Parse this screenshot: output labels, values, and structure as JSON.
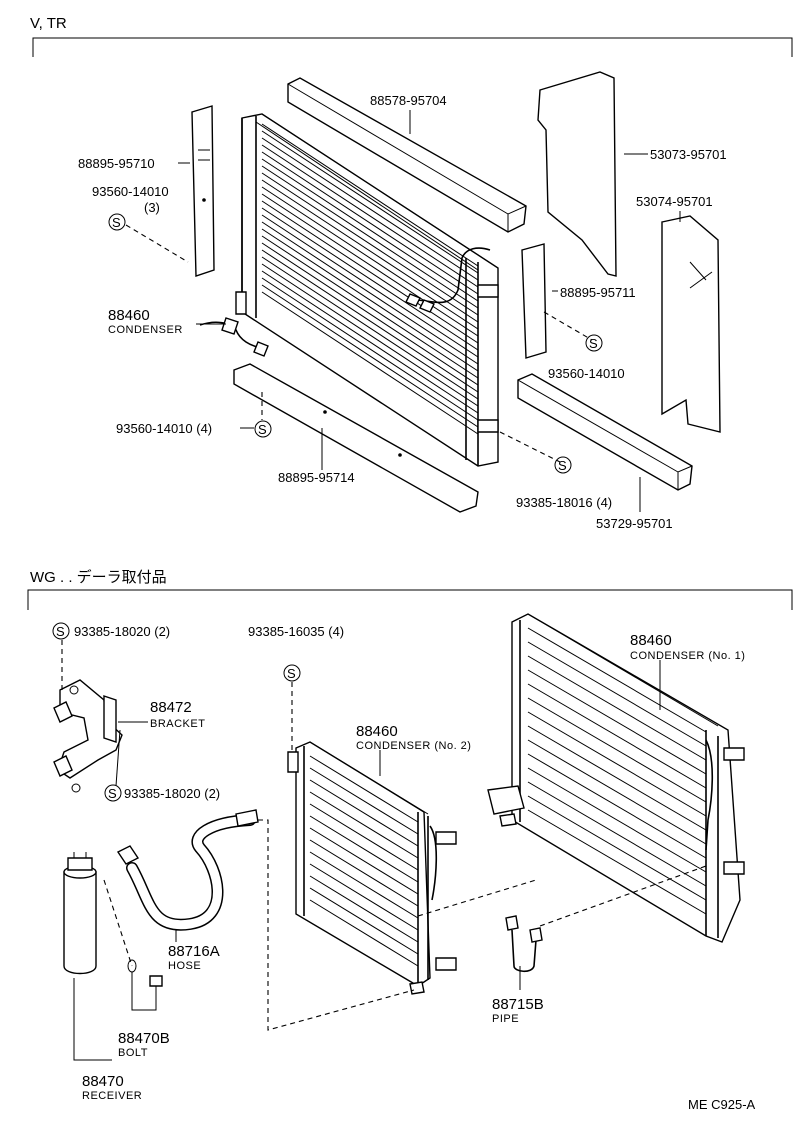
{
  "sections": [
    {
      "id": "top",
      "title": "V, TR"
    },
    {
      "id": "bottom",
      "title": "WG . . デーラ取付品"
    }
  ],
  "top_labels": {
    "p1": "88578-95704",
    "p2": "88895-95710",
    "p3": "93560-14010",
    "p3_qty": "(3)",
    "p4": "53073-95701",
    "p5": "53074-95701",
    "p6": "88895-95711",
    "p7_num": "88460",
    "p7_name": "CONDENSER",
    "p8": "93560-14010",
    "p9": "93560-14010 (4)",
    "p10": "88895-95714",
    "p11": "93385-18016 (4)",
    "p12": "53729-95701"
  },
  "bottom_labels": {
    "b1": "93385-18020 (2)",
    "b2": "93385-16035 (4)",
    "b3_num": "88460",
    "b3_name": "CONDENSER (No. 1)",
    "b4_num": "88472",
    "b4_name": "BRACKET",
    "b5": "93385-18020 (2)",
    "b6_num": "88460",
    "b6_name": "CONDENSER (No. 2)",
    "b7_num": "88716A",
    "b7_name": "HOSE",
    "b8_num": "88715B",
    "b8_name": "PIPE",
    "b9_num": "88470B",
    "b9_name": "BOLT",
    "b10_num": "88470",
    "b10_name": "RECEIVER"
  },
  "screw_symbol": "S",
  "footer_code": "ME  C925-A"
}
